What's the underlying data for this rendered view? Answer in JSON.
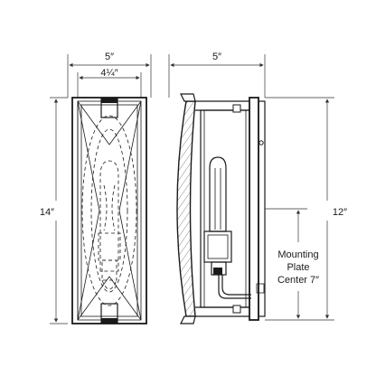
{
  "front_view": {
    "width_label": "5″",
    "inner_width_label": "4¼″",
    "height_label": "14″"
  },
  "side_view": {
    "depth_label": "5″",
    "height_label": "12″",
    "mounting_label_line1": "Mounting",
    "mounting_label_line2": "Plate",
    "mounting_label_line3": "Center 7″"
  },
  "colors": {
    "line": "#1a1a1a",
    "background": "#ffffff"
  }
}
